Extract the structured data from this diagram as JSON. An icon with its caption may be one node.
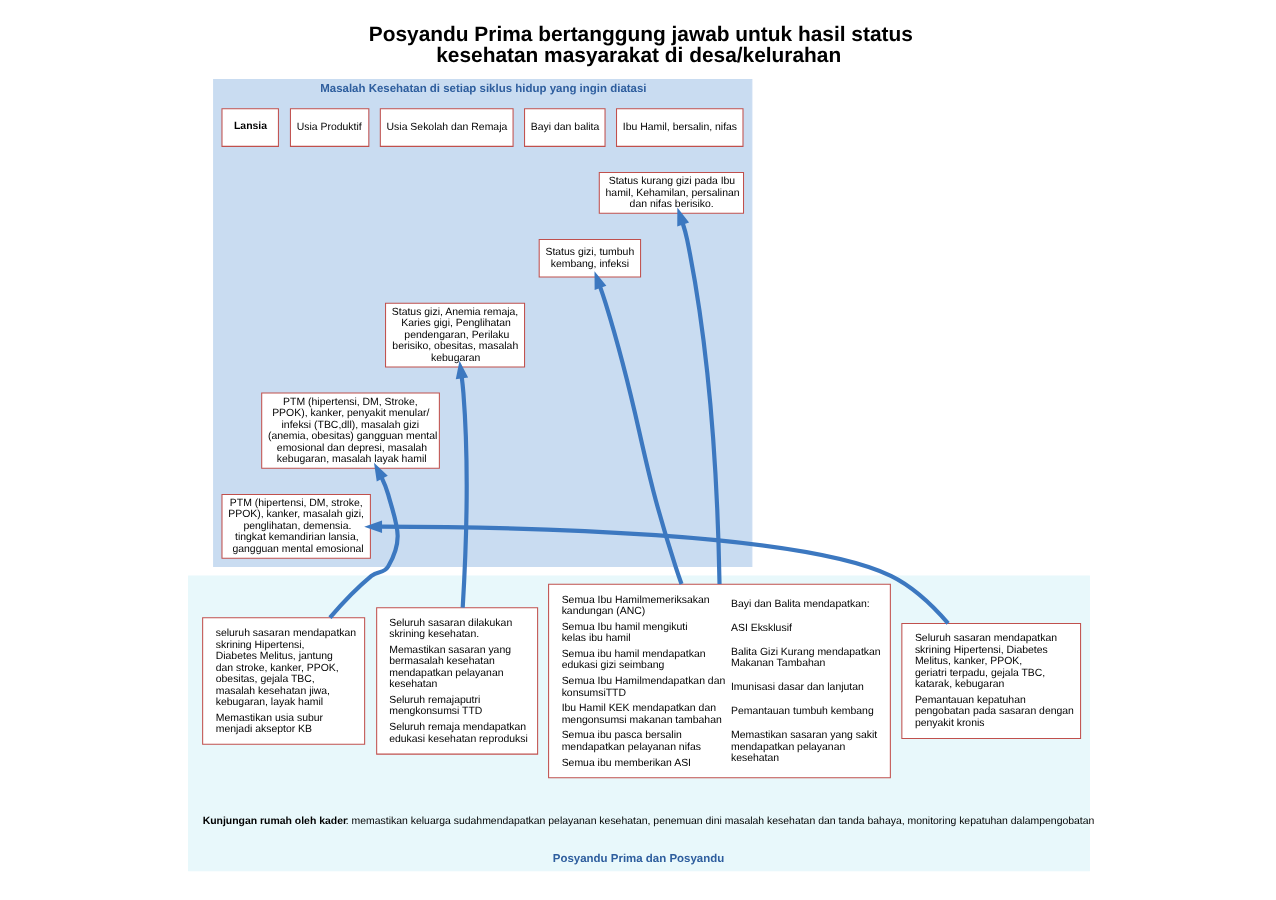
{
  "diagram": {
    "title": "Posyandu Prima bertanggung jawab untuk hasil status kesehatan masyarakat di desa/kelurahan",
    "nodes": [
      {
        "text": [
          "Masalah Kesehatan di setiap siklus hidup yang ingin diatasi"
        ]
      },
      {
        "text": [
          "Ibu Hamil, bersalin, nifas"
        ],
        "in": 0
      },
      {
        "text": [
          "Status kurang gizi pada Ibu hamil, Kehamilan, persalinan dan nifas berisiko."
        ],
        "in": 0
      },
      {
        "text": [
          "Bayi dan balita"
        ],
        "in": 0
      },
      {
        "text": [
          "Status gizi, tumbuh kembang, infeksi"
        ],
        "in": 0
      },
      {
        "text": [
          "Usia Sekolah dan Remaja"
        ],
        "in": 0
      },
      {
        "text": [
          "Status gizi, Anemia remaja, Karies gigi, Penglihatan pendengaran, Perilaku berisiko, obesitas, masalah kebugaran"
        ],
        "in": 0
      },
      {
        "text": [
          "Usia Produktif"
        ],
        "in": 0
      },
      {
        "text": [
          "PTM (hipertensi, DM, Stroke, PPOK), kanker, penyakit menular/ infeksi (TBC,dll), masalah gizi (anemia, obesitas) gangguan mental emosional dan depresi, masalah kebugaran, masalah layak hamil"
        ],
        "in": 0
      },
      {
        "text": [
          "Lansia"
        ],
        "in": 0
      },
      {
        "text": [
          "PTM (hipertensi, DM, stroke, PPOK), kanker, masalah gizi, penglihatan, demensia. tingkat kemandirian lansia, gangguan mental emosional"
        ],
        "in": 0
      },
      {
        "text": [
          "Posyandu Prima dan Posyandu"
        ]
      },
      {
        "text": [
          "Semua Ibu Hamilmemeriksakan kandungan (ANC)",
          "Semua Ibu hamil mengikuti kelas ibu hamil",
          "Semua ibu hamil mendapatkan edukasi gizi seimbang",
          "Semua Ibu Hamilmendapatkan dan konsumsiTTD",
          "Ibu Hamil KEK mendapatkan dan mengonsumsi makanan tambahan",
          "Semua ibu pasca bersalin mendapatkan pelayanan nifas",
          "Semua ibu memberikan ASI",
          "Bayi dan Balita mendapatkan:",
          "ASI Eksklusif",
          "Balita Gizi Kurang mendapatkan Makanan Tambahan",
          "Imunisasi dasar dan lanjutan",
          "Pemantauan tumbuh kembang",
          "Memastikan sasaran yang sakit mendapatkan pelayanan kesehatan"
        ],
        "in": 11
      },
      {
        "text": [
          "Seluruh sasaran dilakukan skrining kesehatan.",
          "Memastikan sasaran yang bermasalah kesehatan mendapatkan pelayanan kesehatan",
          "Seluruh remajaputri mengkonsumsi TTD",
          "Seluruh remaja mendapatkan edukasi kesehatan reproduksi"
        ],
        "in": 11
      },
      {
        "text": [
          "seluruh sasaran mendapatkan skrining Hipertensi, Diabetes Melitus, jantung dan stroke, kanker, PPOK, obesitas, gejala TBC, masalah kesehatan jiwa, kebugaran, layak hamil",
          "Memastikan usia subur menjadi akseptor KB"
        ],
        "in": 11
      },
      {
        "text": [
          "Seluruh sasaran mendapatkan skrining Hipertensi, Diabetes Melitus, kanker, PPOK, geriatri terpadu, gejala TBC, katarak, kebugaran",
          "Pemantauan kepatuhan pengobatan pada sasaran dengan penyakit kronis"
        ],
        "in": 11
      }
    ],
    "edges": [
      {
        "from": 12,
        "to": 2,
        "arrow": "to"
      },
      {
        "from": 12,
        "to": 4,
        "arrow": "to"
      },
      {
        "from": 13,
        "to": 6,
        "arrow": "to"
      },
      {
        "from": 14,
        "to": 8,
        "arrow": "to"
      },
      {
        "from": 15,
        "to": 10,
        "arrow": "to"
      }
    ],
    "labels": [
      "**Kunjungan rumah oleh kader**: memastikan keluarga sudahmendapatkan pelayanan kesehatan, penemuan dini masalah kesehatan dan tanda bahaya, monitoring kepatuhan dalampengobatan"
    ]
  }
}
